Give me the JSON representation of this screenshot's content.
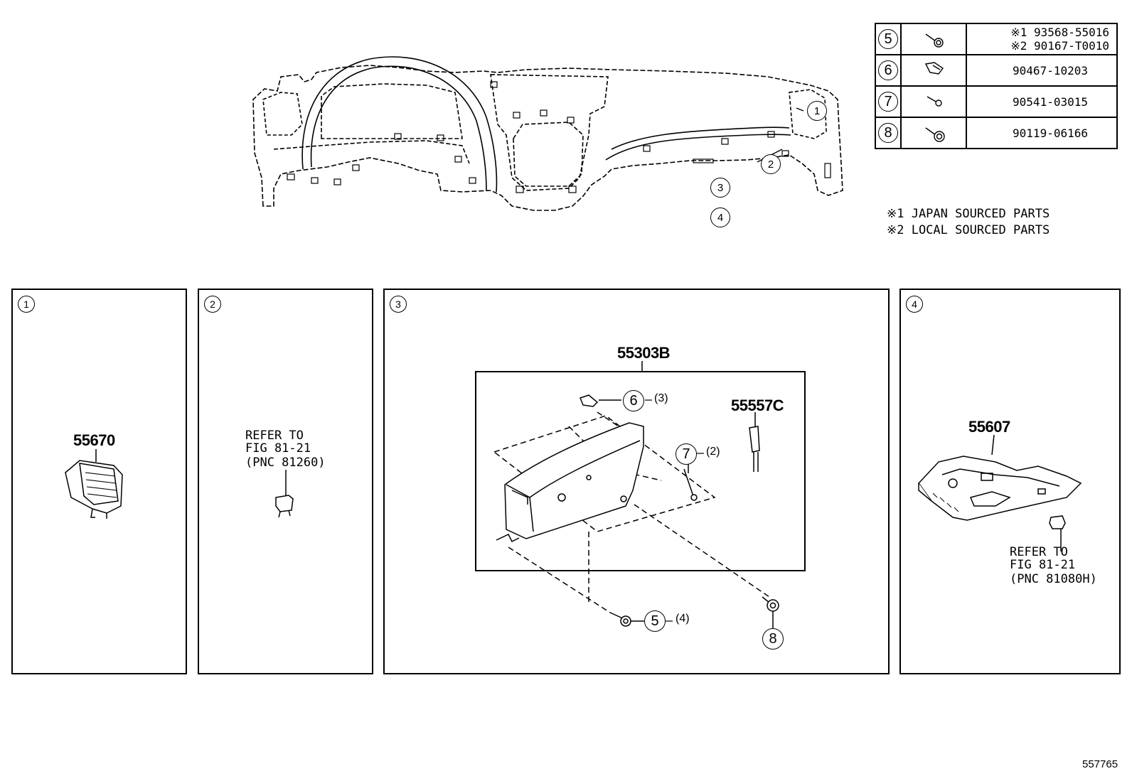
{
  "parts_table": [
    {
      "ref": "5",
      "icon": "bolt-icon",
      "lines": [
        "※1 93568-55016",
        "※2 90167-T0010"
      ]
    },
    {
      "ref": "6",
      "icon": "clip-icon",
      "lines": [
        "90467-10203"
      ]
    },
    {
      "ref": "7",
      "icon": "screw-icon",
      "lines": [
        "90541-03015"
      ]
    },
    {
      "ref": "8",
      "icon": "bolt-icon",
      "lines": [
        "90119-06166"
      ]
    }
  ],
  "notes": [
    "※1 JAPAN SOURCED PARTS",
    "※2 LOCAL SOURCED PARTS"
  ],
  "overview_callouts": [
    "1",
    "2",
    "3",
    "4"
  ],
  "panels": [
    {
      "ref": "1",
      "part": "55670"
    },
    {
      "ref": "2",
      "refer": [
        "REFER TO",
        "FIG 81-21",
        "(PNC 81260)"
      ]
    },
    {
      "ref": "3",
      "assembly": "55303B",
      "part2": "55557C",
      "callouts": [
        {
          "ref": "6",
          "qty": "(3)"
        },
        {
          "ref": "7",
          "qty": "(2)"
        },
        {
          "ref": "5",
          "qty": "(4)"
        },
        {
          "ref": "8",
          "qty": ""
        }
      ]
    },
    {
      "ref": "4",
      "part": "55607",
      "refer": [
        "REFER TO",
        "FIG 81-21",
        "(PNC 81080H)"
      ]
    }
  ],
  "figure_id": "557765"
}
